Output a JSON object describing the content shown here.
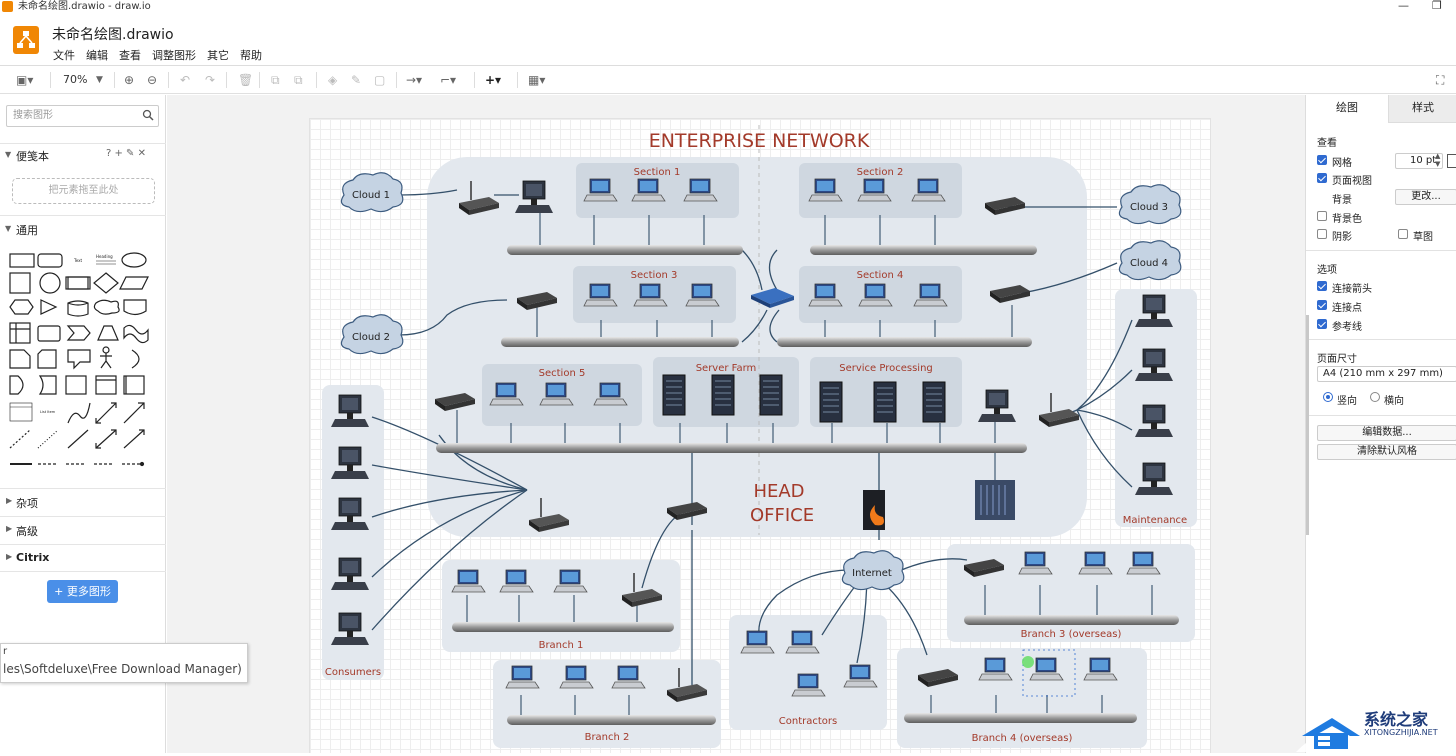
{
  "window": {
    "title": "未命名绘图.drawio - draw.io"
  },
  "header": {
    "doc_title": "未命名绘图.drawio",
    "menu": [
      "文件",
      "编辑",
      "查看",
      "调整图形",
      "其它",
      "帮助"
    ]
  },
  "toolbar": {
    "zoom": "70%"
  },
  "sidebar": {
    "search_placeholder": "搜索图形",
    "scratchpad_label": "便笺本",
    "scratchpad_actions": "? + ✎ ✕",
    "dropzone_text": "把元素拖至此处",
    "general_label": "通用",
    "misc_label": "杂项",
    "advanced_label": "高级",
    "citrix_label": "Citrix",
    "more_shapes": "+ 更多图形"
  },
  "tooltip": {
    "line1": "r",
    "line2": "les\\Softdeluxe\\Free Download Manager)"
  },
  "diagram": {
    "title": "ENTERPRISE NETWORK",
    "head_office": [
      "HEAD",
      "OFFICE"
    ],
    "clouds": [
      "Cloud 1",
      "Cloud 2",
      "Cloud 3",
      "Cloud 4",
      "Internet"
    ],
    "sections": [
      "Section 1",
      "Section 2",
      "Section 3",
      "Section 4",
      "Section 5",
      "Server Farm",
      "Service Processing"
    ],
    "groups": [
      "Consumers",
      "Maintenance",
      "Branch 1",
      "Branch 2",
      "Contractors",
      "Branch 3 (overseas)",
      "Branch 4 (overseas)"
    ]
  },
  "right_panel": {
    "tab_diagram": "绘图",
    "tab_style": "样式",
    "view_label": "查看",
    "grid": "网格",
    "grid_size": "10 pt",
    "page_view": "页面视图",
    "background": "背景",
    "change_btn": "更改...",
    "bg_color": "背景色",
    "shadow": "阴影",
    "sketch": "草图",
    "options_label": "选项",
    "connection_arrows": "连接箭头",
    "connection_points": "连接点",
    "guides": "参考线",
    "page_size_label": "页面尺寸",
    "page_size_value": "A4 (210 mm x 297 mm)",
    "portrait": "竖向",
    "landscape": "横向",
    "edit_data": "编辑数据...",
    "clear_style": "清除默认风格"
  },
  "watermark": {
    "brand": "系统之家",
    "url": "XITONGZHIJIA.NET"
  },
  "colors": {
    "accent": "#f08705",
    "blue_button": "#4a8fe8",
    "group_fill": "#e3e8ee",
    "label_red": "#a33a2a"
  }
}
